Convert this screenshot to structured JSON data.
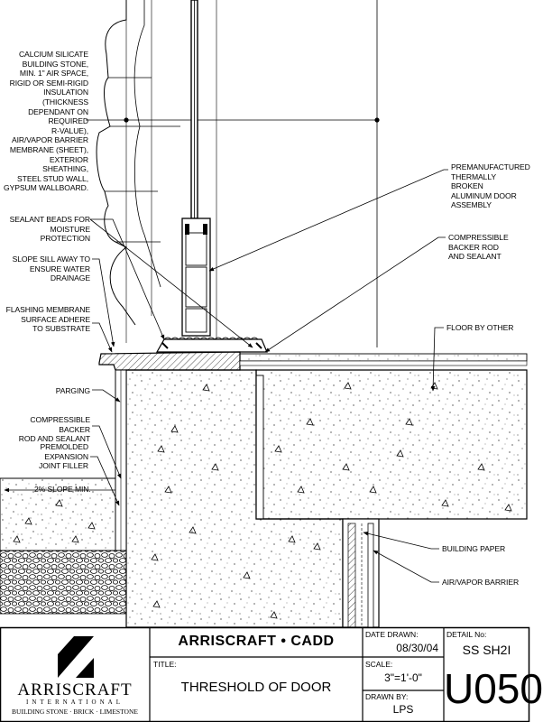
{
  "labels": {
    "wall_assembly": "CALCIUM SILICATE\nBUILDING STONE,\nMIN. 1\" AIR SPACE,\nRIGID OR SEMI-RIGID\nINSULATION (THICKNESS\nDEPENDANT ON REQUIRED\nR-VALUE),\nAIR/VAPOR BARRIER\nMEMBRANE (SHEET),\nEXTERIOR SHEATHING,\nSTEEL STUD WALL,\nGYPSUM WALLBOARD.",
    "sealant_beads": "SEALANT BEADS FOR\nMOISTURE PROTECTION",
    "slope_sill": "SLOPE SILL AWAY TO\nENSURE WATER DRAINAGE",
    "flashing": "FLASHING MEMBRANE\nSURFACE ADHERE\nTO SUBSTRATE",
    "parging": "PARGING",
    "backer_rod_left": "COMPRESSIBLE BACKER\nROD AND SEALANT",
    "expansion_joint": "PREMOLDED EXPANSION\nJOINT FILLER",
    "slope": "2% SLOPE MIN.",
    "door_assembly": "PREMANUFACTURED\nTHERMALLY BROKEN\nALUMINUM DOOR\nASSEMBLY",
    "backer_rod_right": "COMPRESSIBLE\nBACKER ROD\nAND SEALANT",
    "floor": "FLOOR BY OTHER",
    "building_paper": "BUILDING PAPER",
    "air_vapor_barrier": "AIR/VAPOR BARRIER"
  },
  "title_block": {
    "company": "ARRISCRAFT • CADD",
    "logo_name": "ARRISCRAFT",
    "logo_sub": "INTERNATIONAL",
    "logo_tagline": "BUILDING STONE · BRICK · LIMESTONE",
    "title_label": "TITLE:",
    "title": "THRESHOLD OF DOOR",
    "date_label": "DATE DRAWN:",
    "date": "08/30/04",
    "scale_label": "SCALE:",
    "scale": "3\"=1'-0\"",
    "drawn_by_label": "DRAWN BY:",
    "drawn_by": "LPS",
    "detail_label": "DETAIL No:",
    "detail_sub": "SS SH2I",
    "detail_no": "U050"
  }
}
